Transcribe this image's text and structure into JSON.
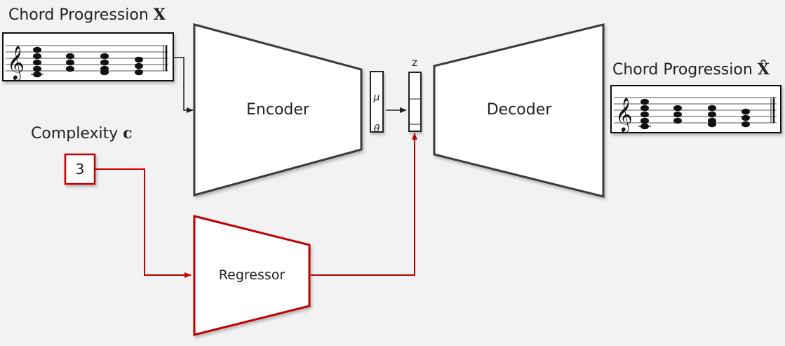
{
  "input_label": {
    "text": "Chord Progression ",
    "symbol": "X"
  },
  "output_label": {
    "text": "Chord Progression ",
    "symbol": "X̂"
  },
  "complexity_label": {
    "text": "Complexity ",
    "symbol": "c"
  },
  "complexity_value": "3",
  "encoder": {
    "label": "Encoder"
  },
  "decoder": {
    "label": "Decoder"
  },
  "regressor": {
    "label": "Regressor"
  },
  "latent_params": {
    "mu": "μ",
    "theta": "θ"
  },
  "latent_vector": {
    "label": "z"
  },
  "icons": {
    "treble_clef": "treble-clef-icon"
  },
  "colors": {
    "block_stroke": "#3a3a3a",
    "regressor_stroke": "#c00000",
    "background": "#f2f2f2"
  }
}
